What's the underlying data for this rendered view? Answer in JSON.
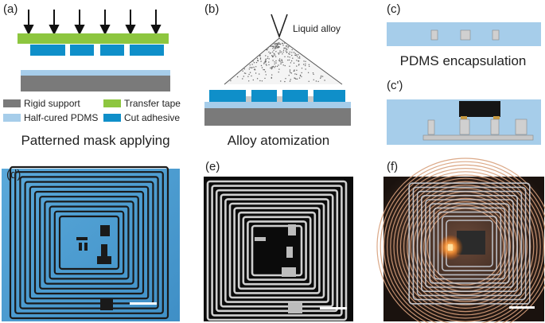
{
  "panels": {
    "a": {
      "label": "(a)",
      "caption": "Patterned mask applying",
      "legend": [
        {
          "text": "Rigid support",
          "color": "#7a7a7a"
        },
        {
          "text": "Transfer tape",
          "color": "#8dc63f"
        },
        {
          "text": "Half-cured PDMS",
          "color": "#a6cdea"
        },
        {
          "text": "Cut adhesive",
          "color": "#0f8fc9"
        }
      ]
    },
    "b": {
      "label": "(b)",
      "caption": "Alloy atomization",
      "nozzle_label": "Liquid alloy"
    },
    "c": {
      "label": "(c)",
      "caption": "PDMS encapsulation"
    },
    "c_prime": {
      "label": "(c')"
    },
    "d": {
      "label": "(d)"
    },
    "e": {
      "label": "(e)"
    },
    "f": {
      "label": "(f)"
    }
  },
  "colors": {
    "rigid_support": "#7a7a7a",
    "transfer_tape": "#8dc63f",
    "pdms": "#a6cdea",
    "cut_adhesive": "#0f8fc9",
    "alloy": "#c8c8c8"
  }
}
